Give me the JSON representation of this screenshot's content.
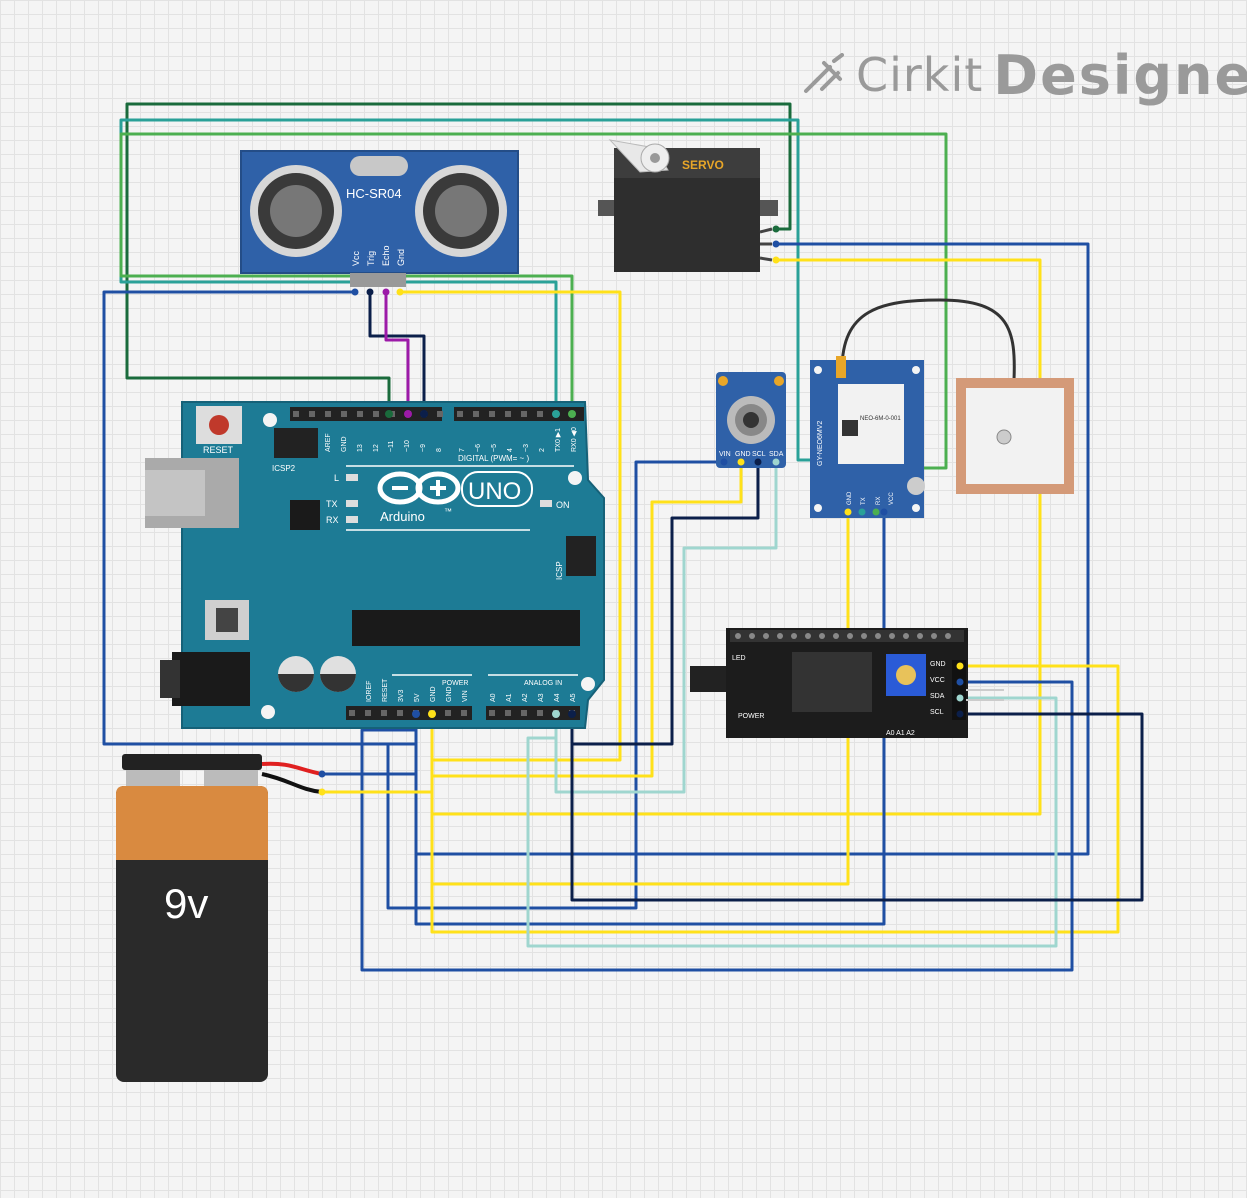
{
  "logo": {
    "brand": "Cirkit",
    "product": "Designer"
  },
  "components": {
    "ultrasonic": {
      "title": "HC-SR04",
      "pins": [
        "Vcc",
        "Trig",
        "Echo",
        "Gnd"
      ]
    },
    "servo": {
      "title": "SERVO"
    },
    "arduino": {
      "brand": "Arduino",
      "model": "UNO",
      "tm": "™",
      "reset": "RESET",
      "icsp2": "ICSP2",
      "icsp": "ICSP",
      "digital": "DIGITAL (PWM= ~ )",
      "led_l": "L",
      "led_tx": "TX",
      "led_rx": "RX",
      "led_on": "ON",
      "power": "POWER",
      "analog": "ANALOG IN",
      "top_pins": [
        "AREF",
        "GND",
        "13",
        "12",
        "~11",
        "~10",
        "~9",
        "8",
        "7",
        "~6",
        "~5",
        "4",
        "~3",
        "2",
        "TX0 ▶1",
        "RX0 ◀0"
      ],
      "power_pins": [
        "IOREF",
        "RESET",
        "3V3",
        "5V",
        "GND",
        "GND",
        "VIN"
      ],
      "analog_pins": [
        "A0",
        "A1",
        "A2",
        "A3",
        "A4",
        "A5"
      ]
    },
    "temp_sensor": {
      "pins": [
        "VIN",
        "GND",
        "SCL",
        "SDA"
      ]
    },
    "gps": {
      "label": "GY-NEO6MV2",
      "chip": "NEO-6M-0-001",
      "pins": [
        "GND",
        "TX",
        "RX",
        "VCC"
      ]
    },
    "lcd_i2c": {
      "led": "LED",
      "power": "POWER",
      "addr": "A0 A1 A2",
      "pins": [
        "GND",
        "VCC",
        "SDA",
        "SCL"
      ]
    },
    "battery": {
      "label": "9v"
    }
  },
  "colors": {
    "dark_green": "#1a6b3c",
    "teal": "#2aa198",
    "green": "#4caf50",
    "blue": "#1f4fa3",
    "yellow": "#ffe119",
    "navy": "#0b1f4a",
    "purple": "#9c1aa8",
    "light_teal": "#9fd6cf",
    "red": "#e02020",
    "black": "#111111"
  }
}
